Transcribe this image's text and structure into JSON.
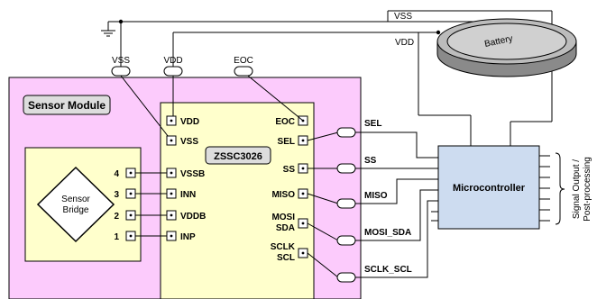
{
  "colors": {
    "module_fill": "#fccbfc",
    "chip_fill": "#ffffcc",
    "bridge_fill": "#ffffcc",
    "micro_fill": "#cddcf0",
    "badge_fill": "#dddddd",
    "battery_top": "#bcbcbc",
    "battery_rim": "#8a8a8a"
  },
  "nets": {
    "vss": "VSS",
    "vdd": "VDD",
    "eoc": "EOC"
  },
  "battery": {
    "label": "Battery"
  },
  "sensor_module": {
    "label": "Sensor Module"
  },
  "sensor_bridge": {
    "label_line1": "Sensor",
    "label_line2": "Bridge"
  },
  "chip": {
    "name": "ZSSC3026",
    "left_pins": [
      "VDD",
      "VSS",
      "VSSB",
      "INN",
      "VDDB",
      "INP"
    ],
    "bridge_pin_numbers": [
      "4",
      "3",
      "2",
      "1"
    ],
    "right_pins": [
      "EOC",
      "SEL",
      "SS",
      "MISO",
      "MOSI",
      "SDA",
      "SCLK",
      "SCL"
    ]
  },
  "bus": {
    "sel": "SEL",
    "ss": "SS",
    "miso": "MISO",
    "mosi_sda": "MOSI_SDA",
    "sclk_scl": "SCLK_SCL"
  },
  "microcontroller": {
    "label": "Microcontroller"
  },
  "signal_output": {
    "line1": "Signal Output /",
    "line2": "Post-processing"
  }
}
